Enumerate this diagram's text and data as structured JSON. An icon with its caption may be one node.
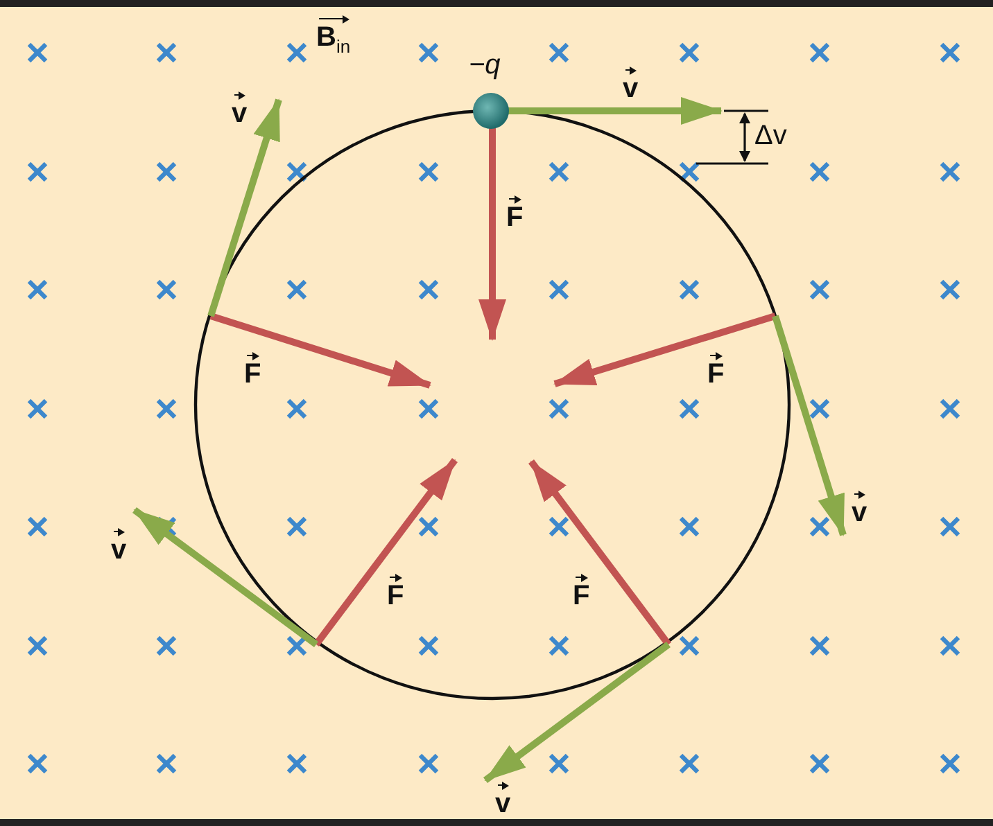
{
  "diagram": {
    "labels": [
      "**B**$_{in}$",
      "−q",
      "v",
      "v",
      "Δv",
      "F",
      "F",
      "F",
      "v",
      "v",
      "F",
      "F",
      "v"
    ]
  }
}
